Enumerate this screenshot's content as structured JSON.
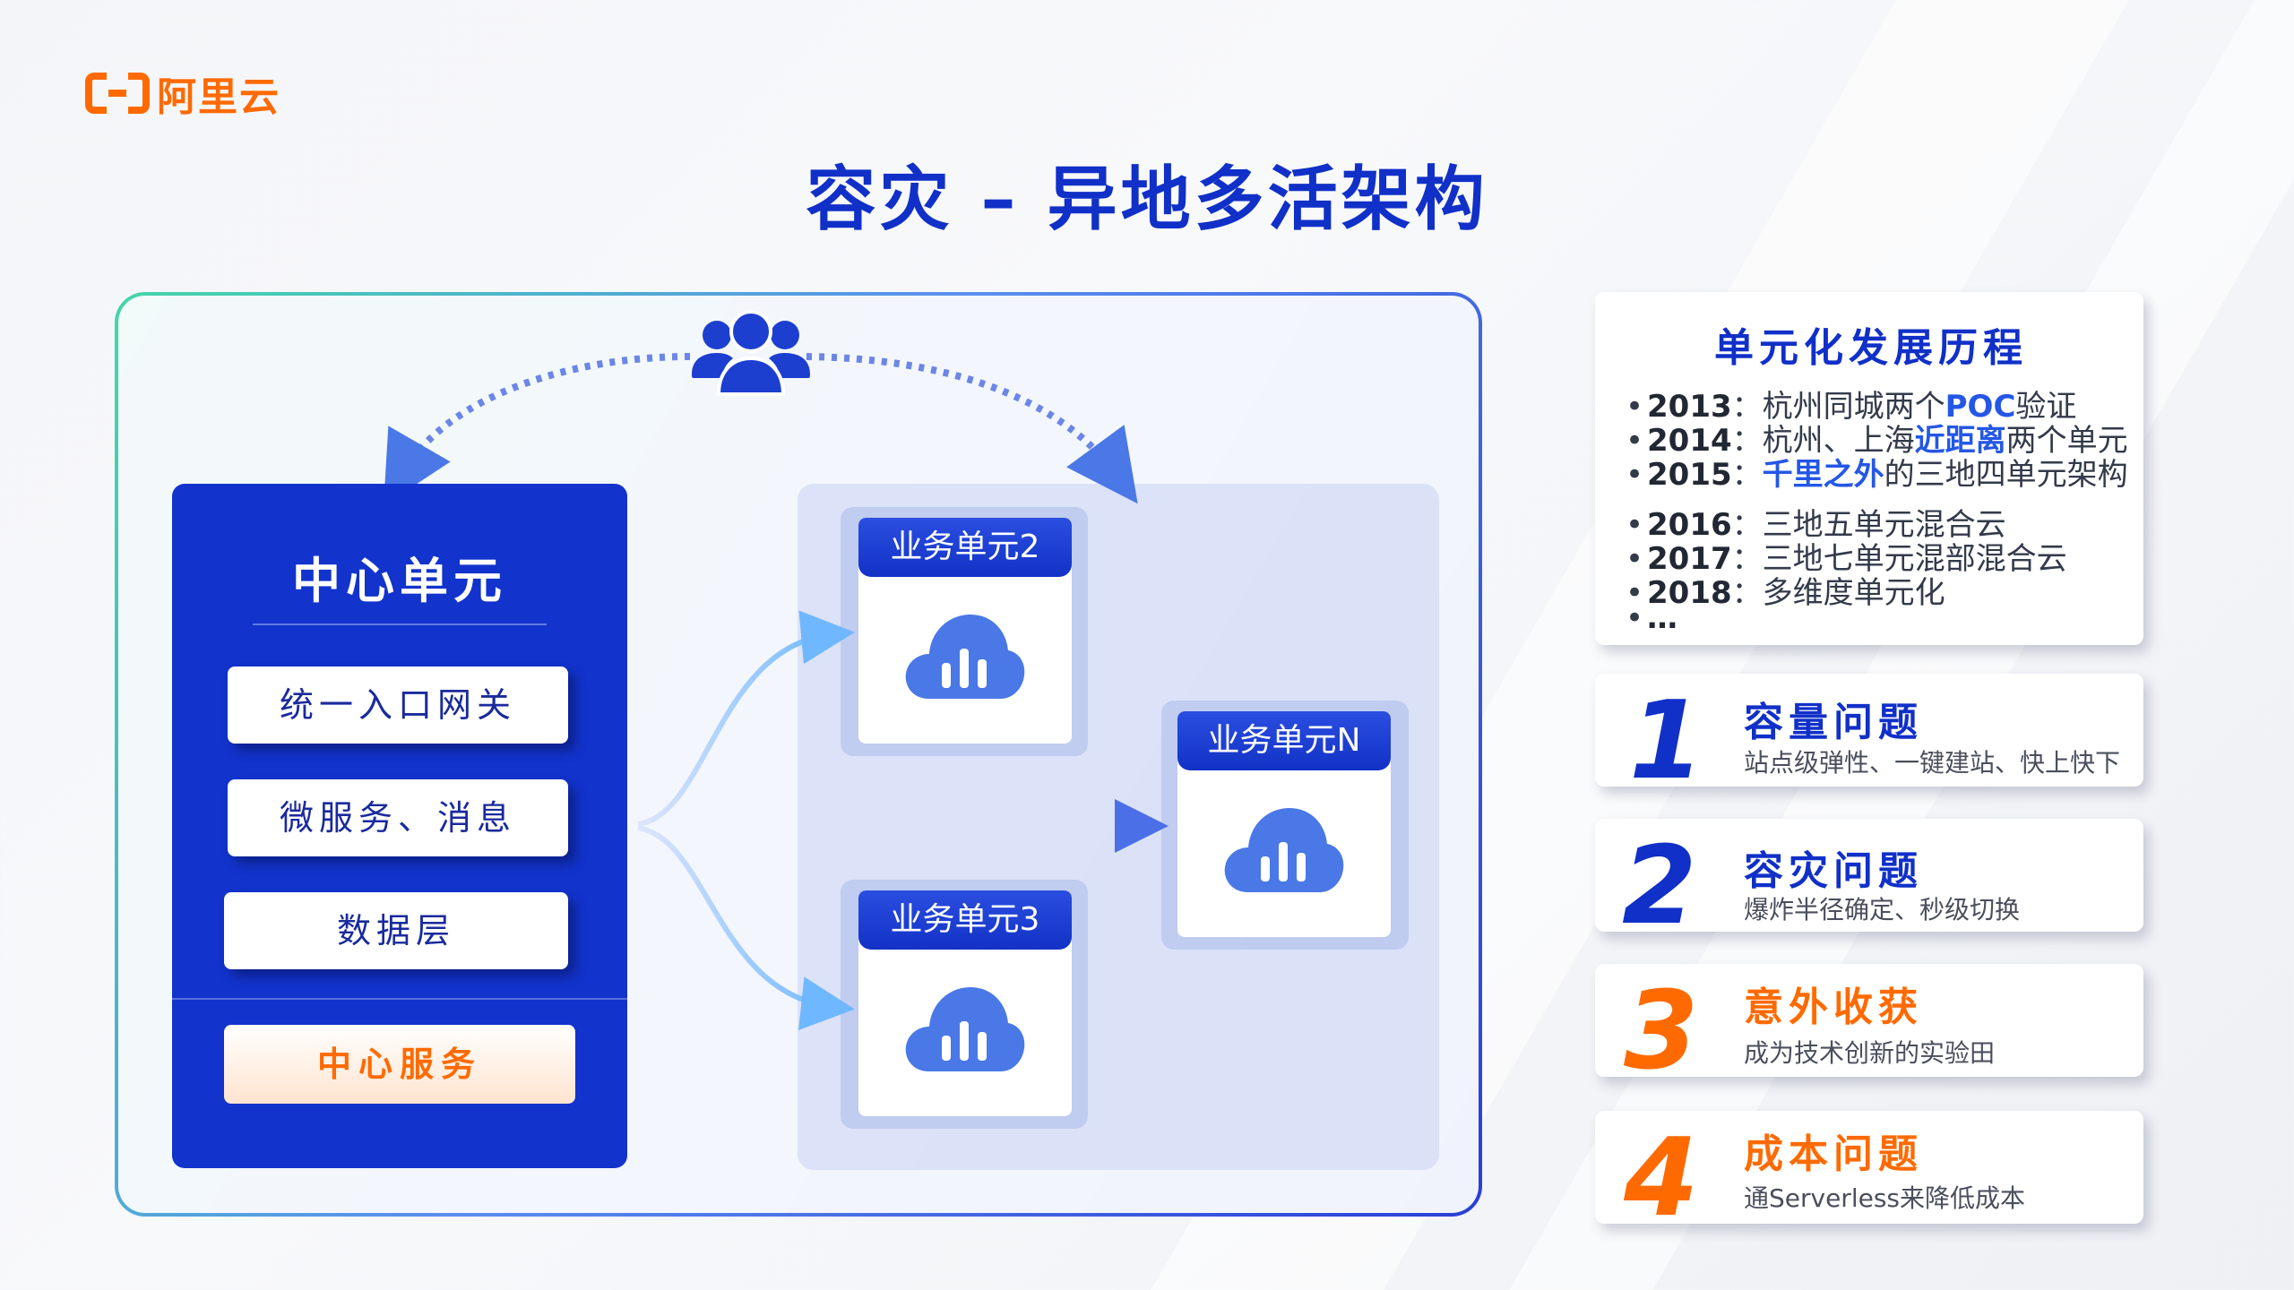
{
  "brand": {
    "name": "阿里云",
    "icon": "aliyun-logo-icon",
    "color": "#ff6a00"
  },
  "title": "容灾 – 异地多活架构",
  "diagram": {
    "users_icon": "users-icon",
    "center_unit": {
      "title": "中心单元",
      "items": [
        "统一入口网关",
        "微服务、消息",
        "数据层"
      ],
      "service": "中心服务"
    },
    "business_units": [
      {
        "label": "业务单元2",
        "icon": "cloud-chart-icon"
      },
      {
        "label": "业务单元N",
        "icon": "cloud-chart-icon"
      },
      {
        "label": "业务单元3",
        "icon": "cloud-chart-icon"
      }
    ]
  },
  "history": {
    "title": "单元化发展历程",
    "items": [
      {
        "year": "2013",
        "sep": "：",
        "pre": "杭州同城两个",
        "hl": "POC",
        "post": "验证"
      },
      {
        "year": "2014",
        "sep": "：",
        "pre": "杭州、上海",
        "hl": "近距离",
        "post": "两个单元"
      },
      {
        "year": "2015",
        "sep": "：",
        "pre": "",
        "hl": "千里之外",
        "post": "的三地四单元架构"
      },
      {
        "year": "2016",
        "sep": "：",
        "pre": "三地五单元混合云",
        "hl": "",
        "post": ""
      },
      {
        "year": "2017",
        "sep": "：",
        "pre": "三地七单元混部混合云",
        "hl": "",
        "post": ""
      },
      {
        "year": "2018",
        "sep": "：",
        "pre": "多维度单元化",
        "hl": "",
        "post": ""
      },
      {
        "year": "…",
        "sep": "",
        "pre": "",
        "hl": "",
        "post": ""
      }
    ]
  },
  "cards": [
    {
      "num": "1",
      "title": "容量问题",
      "desc": "站点级弹性、一键建站、快上快下",
      "color": "#1030c8"
    },
    {
      "num": "2",
      "title": "容灾问题",
      "desc": "爆炸半径确定、秒级切换",
      "color": "#1030c8"
    },
    {
      "num": "3",
      "title": "意外收获",
      "desc": "成为技术创新的实验田",
      "color": "#ff6a00"
    },
    {
      "num": "4",
      "title": "成本问题",
      "desc": "通Serverless来降低成本",
      "color": "#ff6a00"
    }
  ]
}
